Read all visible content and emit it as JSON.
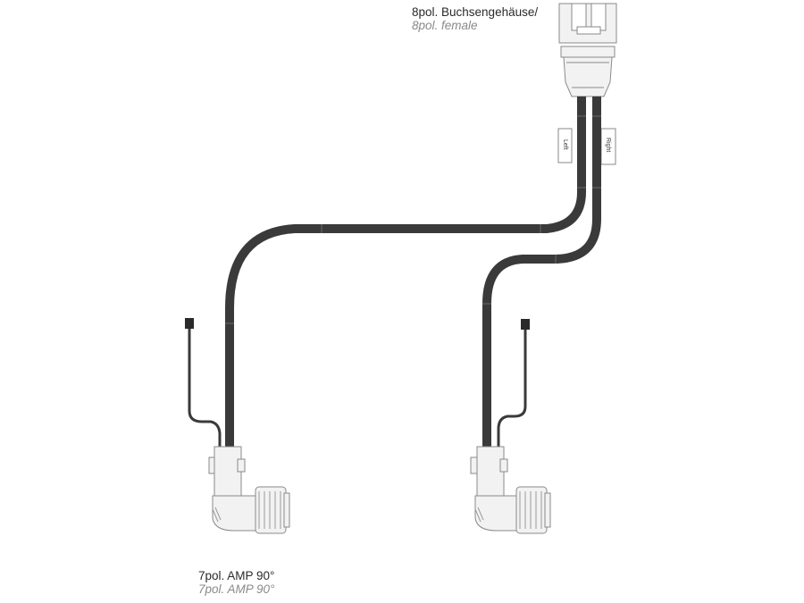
{
  "top_connector": {
    "label_de": "8pol. Buchsengehäuse/",
    "label_en": "8pol. female"
  },
  "bottom_connector": {
    "label_de": "7pol. AMP 90°",
    "label_en": "7pol. AMP 90°"
  },
  "tags": {
    "left": "Left",
    "right": "Right"
  },
  "colors": {
    "cable": "#3a3a3a",
    "housing_stroke": "#8a8a8a",
    "housing_fill": "#f2f2f2"
  }
}
